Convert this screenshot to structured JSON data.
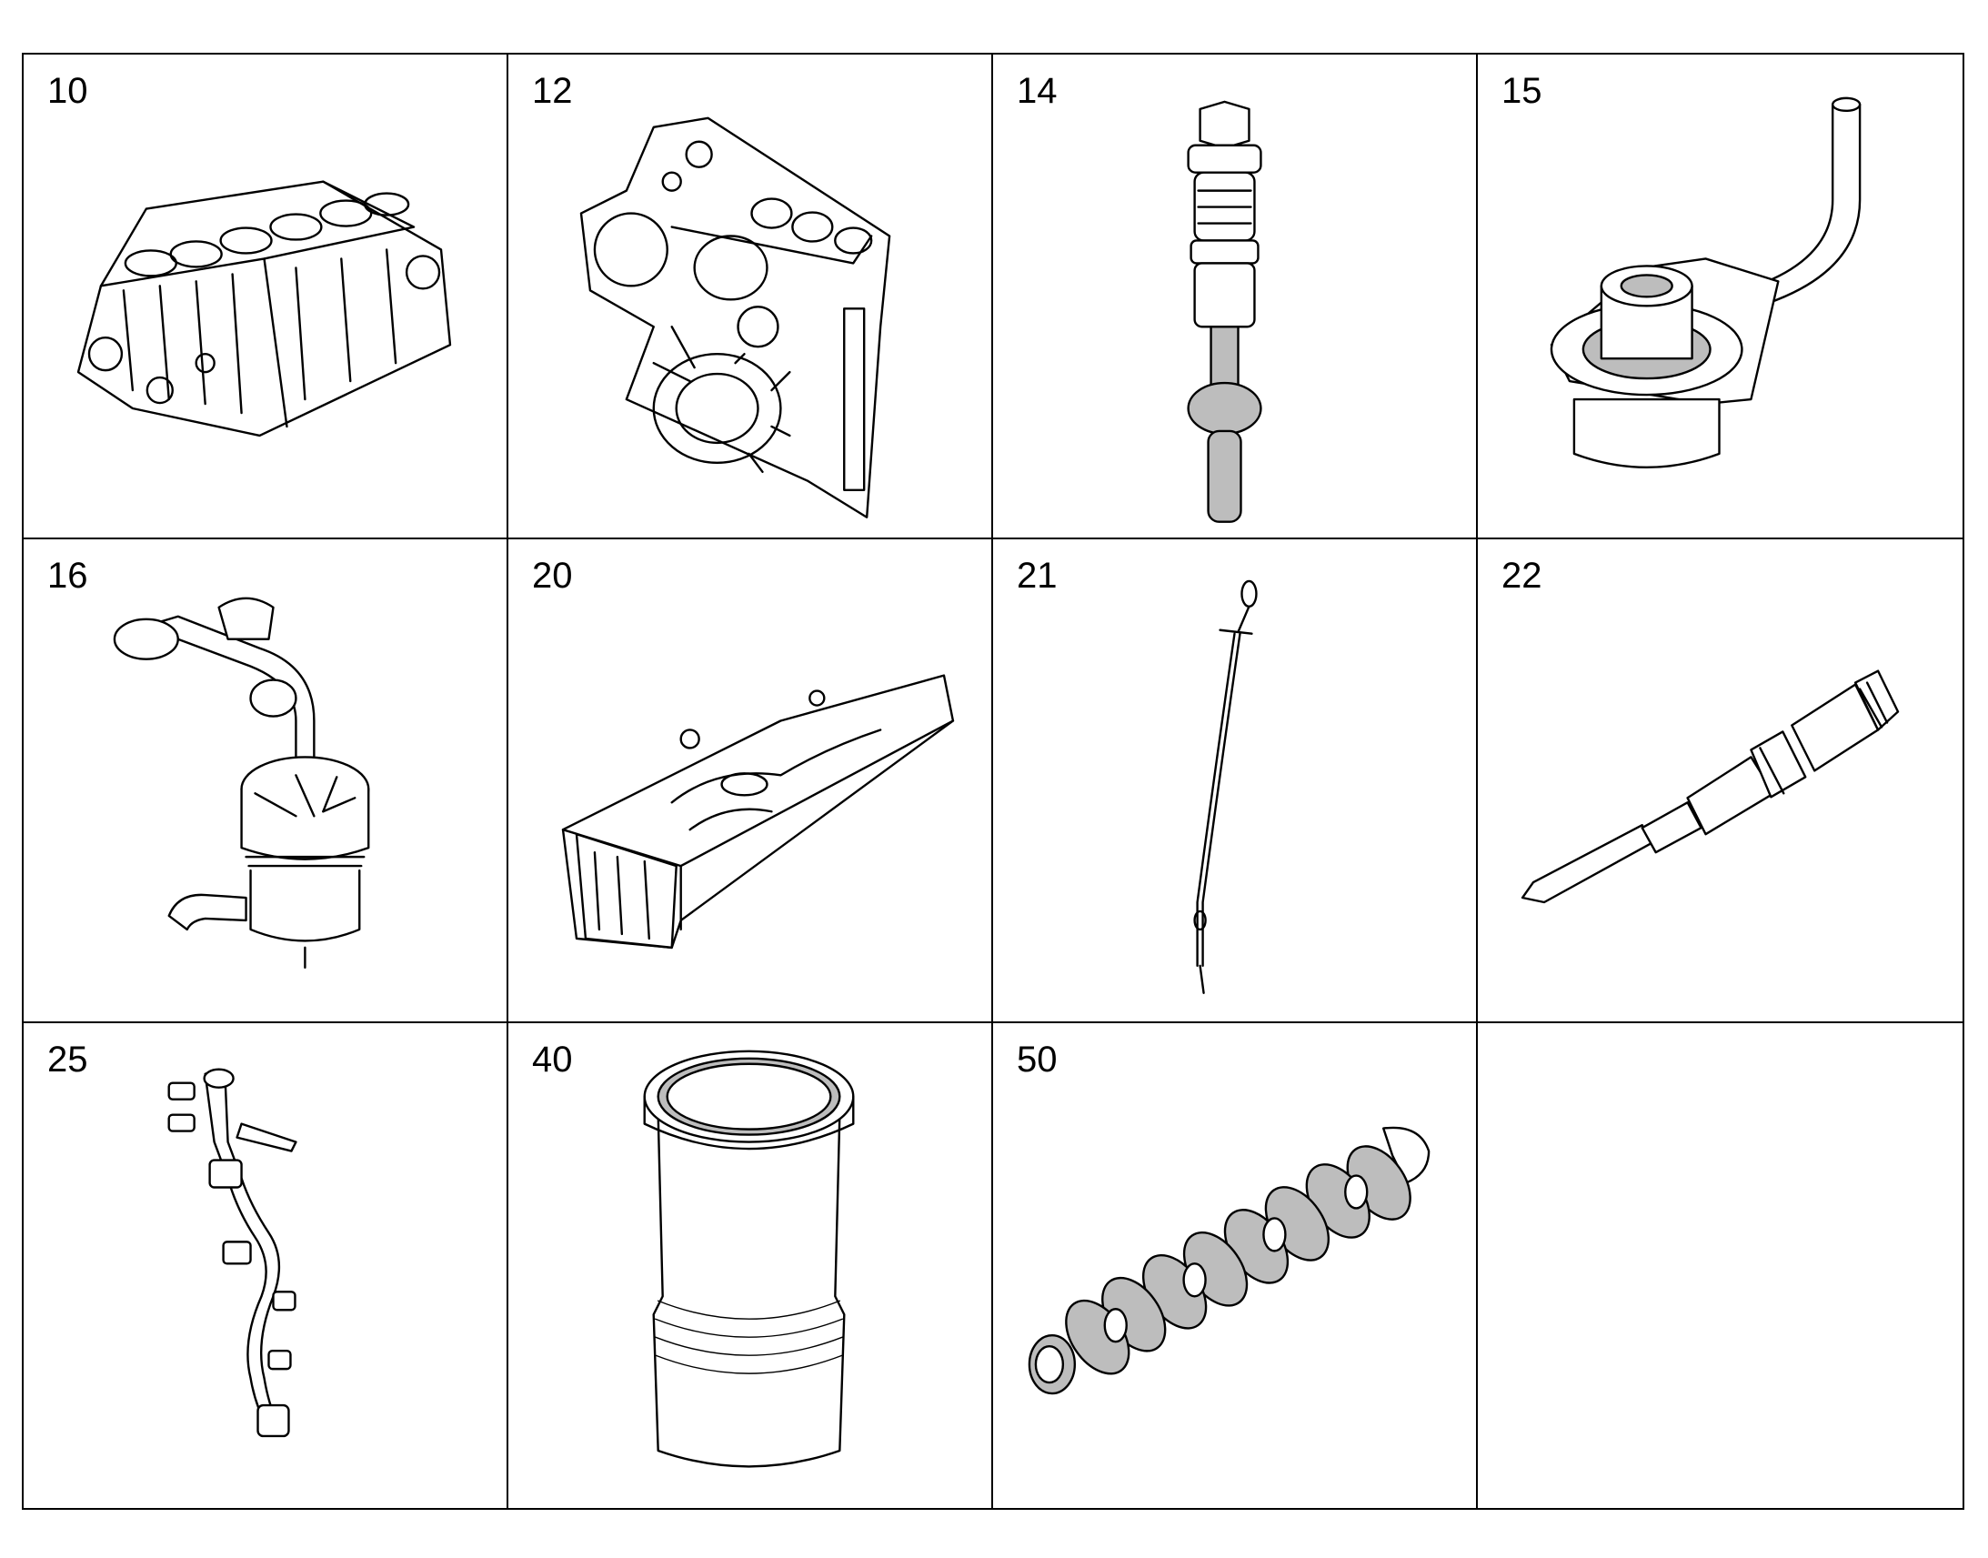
{
  "parts": [
    {
      "number": "10",
      "icon": "engine-block-icon"
    },
    {
      "number": "12",
      "icon": "timing-case-icon"
    },
    {
      "number": "14",
      "icon": "valve-plug-icon"
    },
    {
      "number": "15",
      "icon": "oil-tube-icon"
    },
    {
      "number": "16",
      "icon": "breather-separator-icon"
    },
    {
      "number": "20",
      "icon": "oil-pan-icon"
    },
    {
      "number": "21",
      "icon": "dipstick-icon"
    },
    {
      "number": "22",
      "icon": "sensor-probe-icon"
    },
    {
      "number": "25",
      "icon": "hose-line-icon"
    },
    {
      "number": "40",
      "icon": "cylinder-liner-icon"
    },
    {
      "number": "50",
      "icon": "crankshaft-icon"
    },
    {
      "number": "",
      "icon": ""
    }
  ]
}
